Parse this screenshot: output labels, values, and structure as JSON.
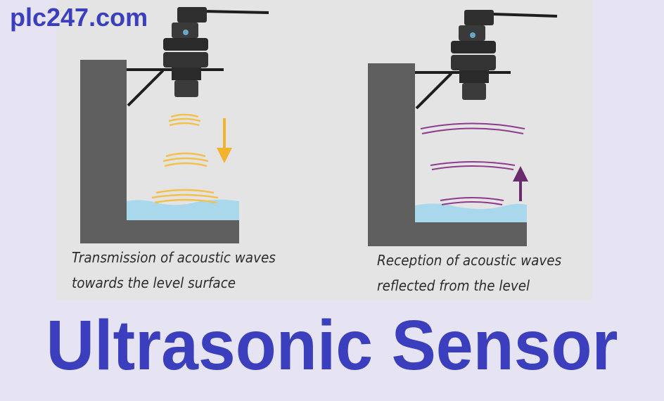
{
  "brand": {
    "site": "plc247.com"
  },
  "panels": [
    {
      "id": "transmission",
      "caption_line1": "Transmission of acoustic waves",
      "caption_line2": "towards the level surface",
      "wave_color": "#f2c14e",
      "arrow_direction": "down"
    },
    {
      "id": "reception",
      "caption_line1": "Reception of acoustic waves",
      "caption_line2": "reflected from the level",
      "wave_color": "#8e3b8e",
      "arrow_direction": "up"
    }
  ],
  "headline": "Ultrasonic Sensor",
  "colors": {
    "accent": "#3b3fbd",
    "wall": "#5f5f5f",
    "water": "#a9d8ec",
    "sensor": "#2f2f2f"
  }
}
